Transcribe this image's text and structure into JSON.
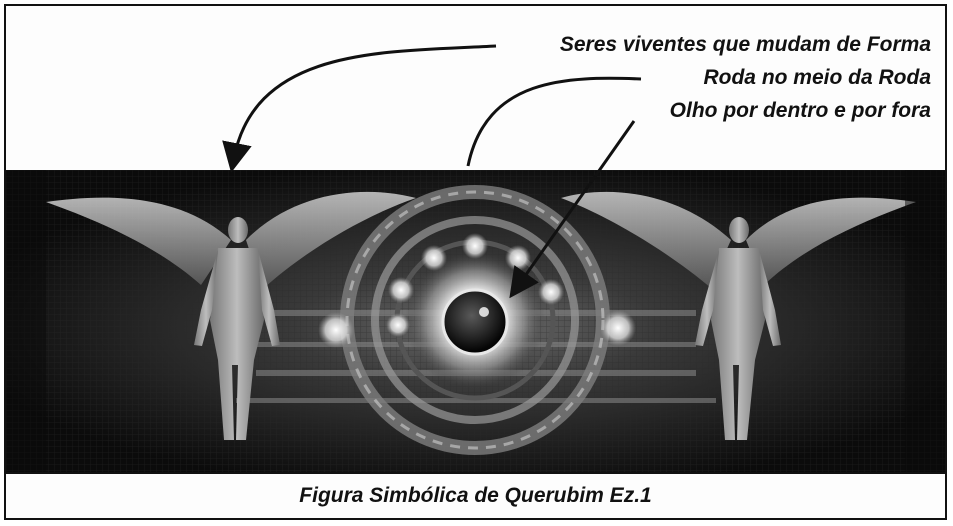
{
  "figure": {
    "annotations": [
      "Seres viventes que  mudam de Forma",
      "Roda no meio da Roda",
      "Olho por dentro e por fora"
    ],
    "caption": "Figura Simbólica de Querubim Ez.1"
  }
}
